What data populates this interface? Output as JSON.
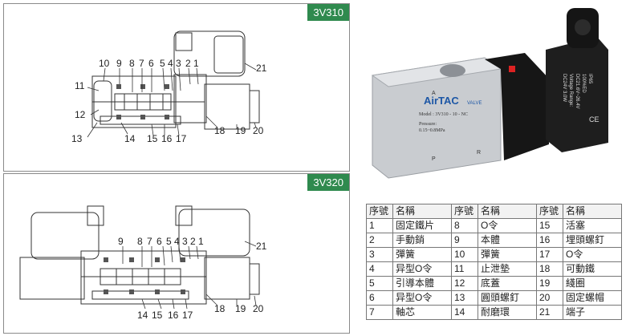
{
  "panels": {
    "top_tag": "3V310",
    "bottom_tag": "3V320",
    "top_callouts": [
      "10",
      "9",
      "8",
      "7",
      "6",
      "5",
      "4",
      "3",
      "2",
      "1",
      "21",
      "11",
      "12",
      "13",
      "14",
      "15",
      "16",
      "17",
      "18",
      "19",
      "20"
    ],
    "bottom_callouts": [
      "9",
      "8",
      "7",
      "6",
      "5",
      "4",
      "3",
      "2",
      "1",
      "21",
      "14",
      "15",
      "16",
      "17",
      "18",
      "19",
      "20"
    ]
  },
  "photo": {
    "brand": "AirTAC",
    "brand_sub": "VALVE",
    "model": "Model : 3V310 - 10 - NC",
    "pressure_label": "Pressure:",
    "pressure_value": "0.15~0.8MPa",
    "port_a": "A",
    "port_p": "P",
    "port_r": "R",
    "coil_lines": [
      "DC24V 3.0W",
      "Voltage Range:",
      "DC21.6V~26.4V",
      "100%ED",
      "IP65"
    ],
    "ce_mark": "CE"
  },
  "parts_table": {
    "headers": [
      "序號",
      "名稱",
      "序號",
      "名稱",
      "序號",
      "名稱"
    ],
    "rows": [
      [
        "1",
        "固定鐵片",
        "8",
        "O令",
        "15",
        "活塞"
      ],
      [
        "2",
        "手動銷",
        "9",
        "本體",
        "16",
        "埋頭螺釘"
      ],
      [
        "3",
        "彈簧",
        "10",
        "彈簧",
        "17",
        "O令"
      ],
      [
        "4",
        "异型O令",
        "11",
        "止泄墊",
        "18",
        "可動鐵"
      ],
      [
        "5",
        "引導本體",
        "12",
        "底蓋",
        "19",
        "綫圈"
      ],
      [
        "6",
        "异型O令",
        "13",
        "圓頭螺釘",
        "20",
        "固定螺帽"
      ],
      [
        "7",
        "軸芯",
        "14",
        "耐磨環",
        "21",
        "端子"
      ]
    ]
  }
}
